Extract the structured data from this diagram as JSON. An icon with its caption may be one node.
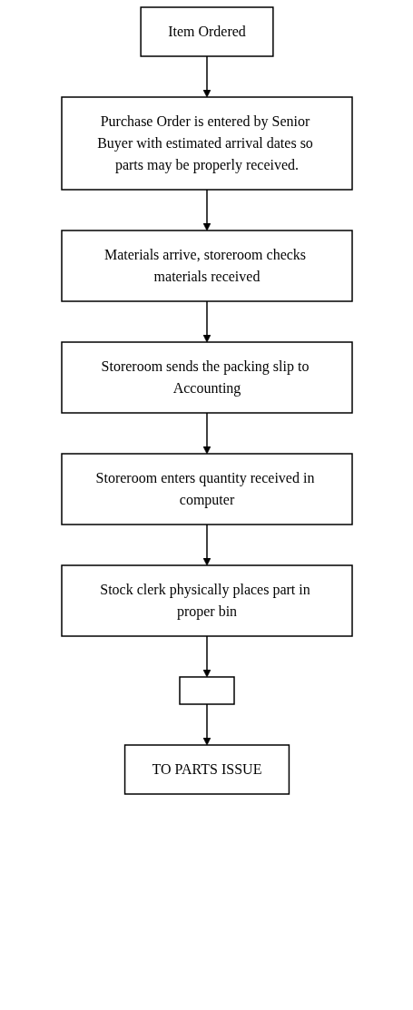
{
  "diagram": {
    "nodes": [
      {
        "text": [
          "Item Ordered"
        ]
      },
      {
        "text": [
          "Purchase Order is entered by Senior Buyer with estimated arrival dates so parts may be properly received."
        ]
      },
      {
        "text": [
          "Materials arrive, storeroom checks materials received"
        ]
      },
      {
        "text": [
          "Storeroom sends the packing slip to Accounting"
        ]
      },
      {
        "text": [
          "Storeroom enters quantity received in computer"
        ]
      },
      {
        "text": [
          "Stock clerk physically places part in proper bin"
        ]
      },
      {
        "text": [],
        "shape": "box"
      },
      {
        "text": [
          "TO PARTS ISSUE"
        ]
      }
    ],
    "edges": [
      {
        "from": 0,
        "to": 1,
        "arrow": "to"
      },
      {
        "from": 1,
        "to": 2,
        "arrow": "to"
      },
      {
        "from": 2,
        "to": 3,
        "arrow": "to"
      },
      {
        "from": 3,
        "to": 4,
        "arrow": "to"
      },
      {
        "from": 4,
        "to": 5,
        "arrow": "to"
      },
      {
        "from": 5,
        "to": 6,
        "arrow": "to"
      },
      {
        "from": 6,
        "to": 7,
        "arrow": "to"
      }
    ]
  }
}
